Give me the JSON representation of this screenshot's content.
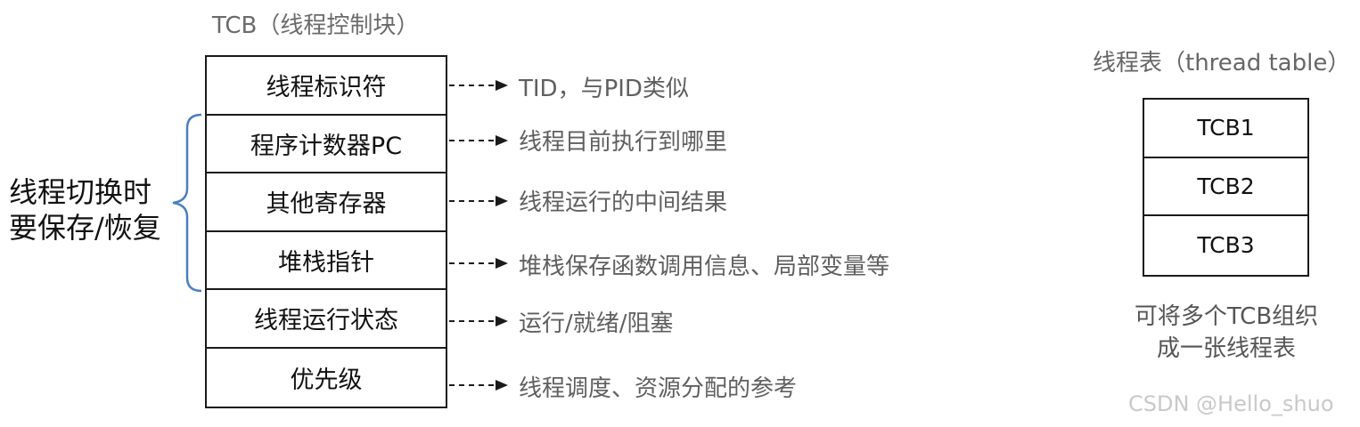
{
  "tcb": {
    "title": "TCB（线程控制块）",
    "rows": [
      "线程标识符",
      "程序计数器PC",
      "其他寄存器",
      "堆栈指针",
      "线程运行状态",
      "优先级"
    ],
    "descriptions": [
      "TID，与PID类似",
      "线程目前执行到哪里",
      "线程运行的中间结果",
      "堆栈保存函数调用信息、局部变量等",
      "运行/就绪/阻塞",
      "线程调度、资源分配的参考"
    ]
  },
  "context_switch": {
    "line1": "线程切换时",
    "line2": "要保存/恢复"
  },
  "thread_table": {
    "title": "线程表（thread table）",
    "rows": [
      "TCB1",
      "TCB2",
      "TCB3"
    ],
    "caption_line1": "可将多个TCB组织",
    "caption_line2": "成一张线程表"
  },
  "watermark": "CSDN @Hello_shuo",
  "colors": {
    "brace": "#4a7fc1",
    "border": "#1a1a1a",
    "gray_text": "#5f5f5f"
  }
}
